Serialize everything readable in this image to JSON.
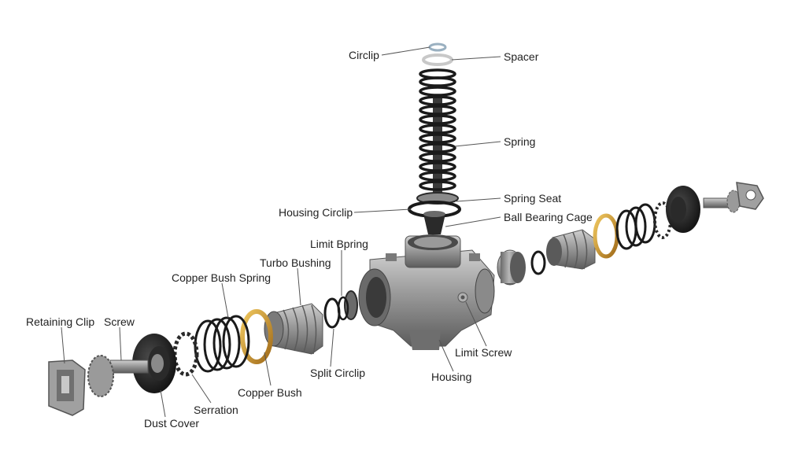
{
  "diagram": {
    "labels": {
      "circlip": "Circlip",
      "spacer": "Spacer",
      "spring": "Spring",
      "spring_seat": "Spring Seat",
      "housing_circlip": "Housing Circlip",
      "ball_bearing_cage": "Ball Bearing Cage",
      "limit_bpring": "Limit Bpring",
      "turbo_bushing": "Turbo Bushing",
      "copper_bush_spring": "Copper Bush Spring",
      "retaining_clip": "Retaining Clip",
      "screw": "Screw",
      "limit_screw": "Limit Screw",
      "housing": "Housing",
      "split_circlip": "Split Circlip",
      "copper_bush": "Copper Bush",
      "serration": "Serration",
      "dust_cover": "Dust Cover"
    },
    "colors": {
      "metal": "#8c8c8c",
      "metal_dark": "#5a5a5a",
      "copper": "#c8962a",
      "rubber": "#1e1e1e",
      "leader": "#555555"
    }
  }
}
